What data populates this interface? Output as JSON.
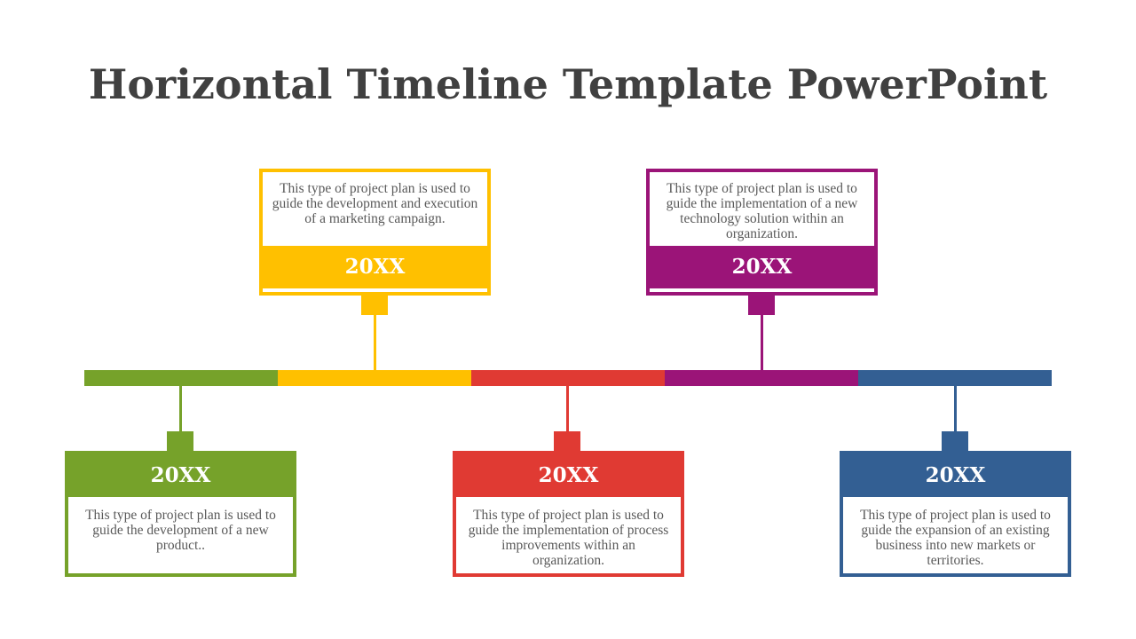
{
  "title": "Horizontal Timeline Template PowerPoint",
  "colors": {
    "green": "#76A22A",
    "yellow": "#FFC000",
    "red": "#E03A33",
    "purple": "#9B1478",
    "blue": "#335F93",
    "title": "#404040",
    "body_text": "#595959"
  },
  "milestones": [
    {
      "year": "20XX",
      "text": "This type of project plan is used to guide the development of a new product..",
      "color": "green",
      "position": "below"
    },
    {
      "year": "20XX",
      "text": "This type of project plan is used to guide the development and execution of a marketing campaign.",
      "color": "yellow",
      "position": "above"
    },
    {
      "year": "20XX",
      "text": "This type of project plan is used to guide the implementation of process improvements within an organization.",
      "color": "red",
      "position": "below"
    },
    {
      "year": "20XX",
      "text": "This type of project plan is used to guide the implementation of a new technology solution within an organization.",
      "color": "purple",
      "position": "above"
    },
    {
      "year": "20XX",
      "text": "This type of project plan is used to guide the expansion of an existing business into new markets or territories.",
      "color": "blue",
      "position": "below"
    }
  ]
}
